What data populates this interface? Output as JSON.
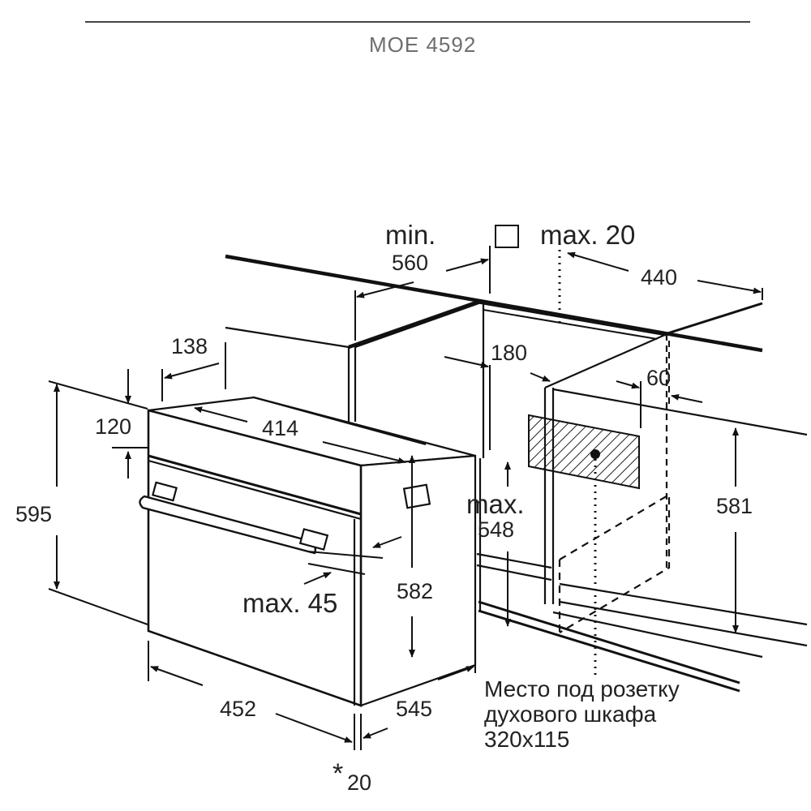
{
  "header": {
    "model": "MOE 4592"
  },
  "labels": {
    "min": "min.",
    "min_value": "560",
    "max_top": "max. 20",
    "d440": "440",
    "d138": "138",
    "d180": "180",
    "d60": "60",
    "d120": "120",
    "d414": "414",
    "d595": "595",
    "d581": "581",
    "max548_a": "max.",
    "max548_b": "548",
    "d582": "582",
    "max45": "max. 45",
    "d452": "452",
    "d545": "545",
    "star20_star": "*",
    "star20_val": "20"
  },
  "note": {
    "line1": "Место под розетку",
    "line2": "духового шкафа",
    "line3": "320x115"
  }
}
